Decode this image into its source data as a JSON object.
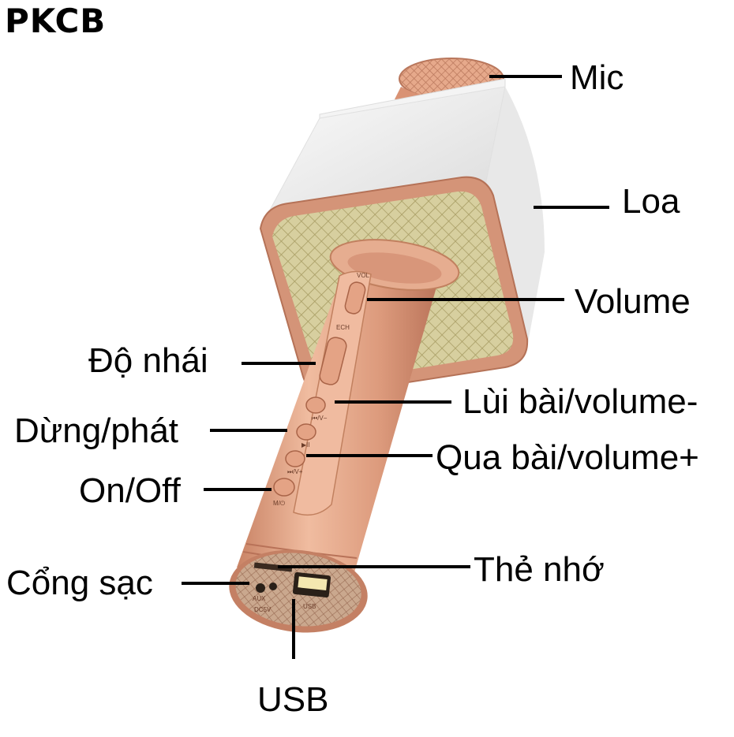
{
  "brand": "PKCB",
  "labels": {
    "mic": "Mic",
    "loa": "Loa",
    "volume": "Volume",
    "do_nhai": "Độ nhái",
    "lui_bai": "Lùi bài/volume-",
    "dung_phat": "Dừng/phát",
    "qua_bai": "Qua bài/volume+",
    "on_off": "On/Off",
    "the_nho": "Thẻ nhớ",
    "cong_sac": "Cổng sạc",
    "usb": "USB"
  },
  "button_markings": {
    "vol": "VOL",
    "ech": "ECH",
    "prev": "⏮/V−",
    "play": "▶II",
    "next": "⏭/V+",
    "mode": "M/⏻",
    "aux": "AUX",
    "dc": "DC5V",
    "usb_port": "USB"
  },
  "colors": {
    "rose_gold": "#e2a283",
    "rose_gold_dark": "#c98365",
    "speaker_white": "#f2f2f2",
    "grille": "#c9c090",
    "line": "#000000"
  }
}
